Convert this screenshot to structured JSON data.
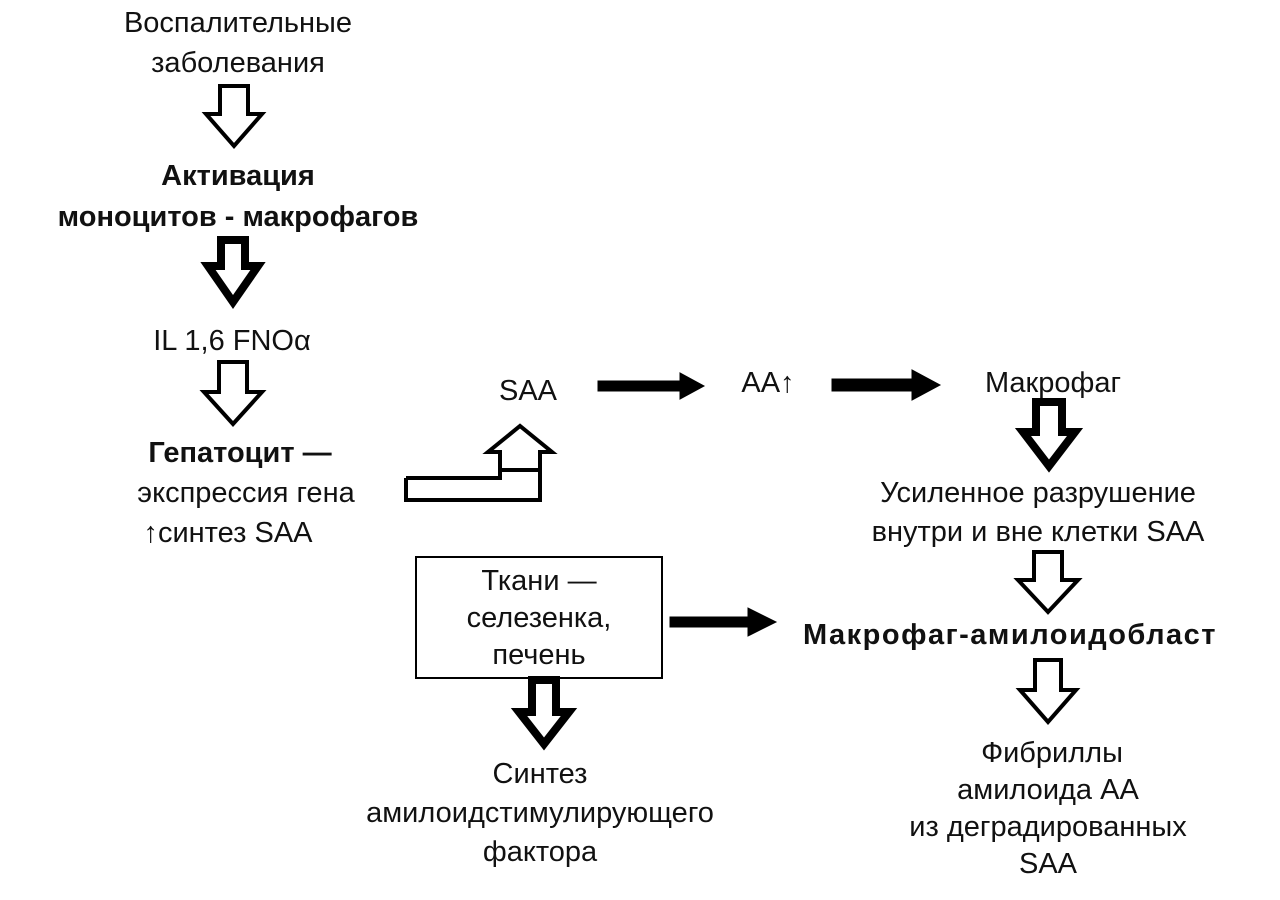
{
  "diagram": {
    "nodes": {
      "inflammatory": {
        "line1": "Воспалительные",
        "line2": "заболевания"
      },
      "activation": {
        "line1": "Активация",
        "line2": "моноцитов - макрофагов"
      },
      "cytokines": {
        "text": "IL 1,6 FNOα"
      },
      "hepatocyte": {
        "line1": "Гепатоцит —",
        "line2": "экспрессия гена",
        "line3": "↑синтез SAA"
      },
      "saa": {
        "text": "SAA"
      },
      "aa": {
        "text": "АА↑"
      },
      "macrophage": {
        "text": "Макрофаг"
      },
      "degradation": {
        "line1": "Усиленное разрушение",
        "line2": "внутри и вне клетки SAA"
      },
      "tissues": {
        "line1": "Ткани —",
        "line2": "селезенка,",
        "line3": "печень"
      },
      "amyloidoblast": {
        "text": "Макрофаг-амилоидобласт"
      },
      "stimulating": {
        "line1": "Синтез",
        "line2": "амилоидстимулирующего",
        "line3": "фактора"
      },
      "fibrils": {
        "line1": "Фибриллы",
        "line2": "амилоида АА",
        "line3": "из деградированных",
        "line4": "SAA"
      }
    }
  }
}
